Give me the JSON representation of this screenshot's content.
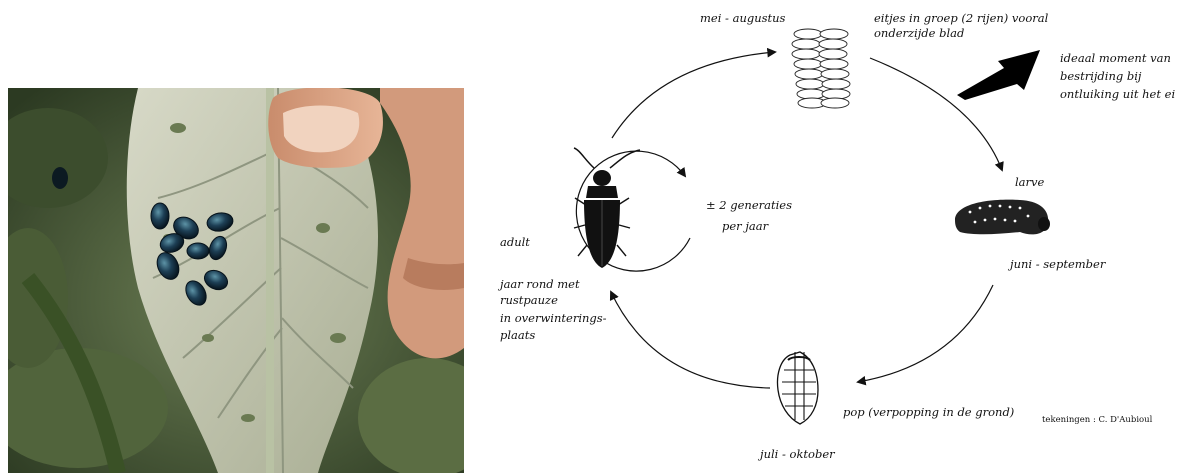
{
  "diagram": {
    "stages": {
      "eggs": {
        "period": "mei - augustus",
        "desc_line1": "eitjes in groep (2 rijen) vooral",
        "desc_line2": "onderzijde blad"
      },
      "control": {
        "line1": "ideaal moment van",
        "line2": "bestrijding bij",
        "line3": "ontluiking uit het ei"
      },
      "larva": {
        "name": "larve",
        "period": "juni - september"
      },
      "pupa": {
        "desc": "pop (verpopping in de grond)",
        "period": "juli - oktober"
      },
      "adult": {
        "name": "adult",
        "line1": "jaar rond met",
        "line2": "rustpauze",
        "line3": "in overwinterings-",
        "line4": "plaats"
      }
    },
    "center_line1": "± 2 generaties",
    "center_line2": "per jaar",
    "credit": "tekeningen : C. D'Aubioul"
  }
}
